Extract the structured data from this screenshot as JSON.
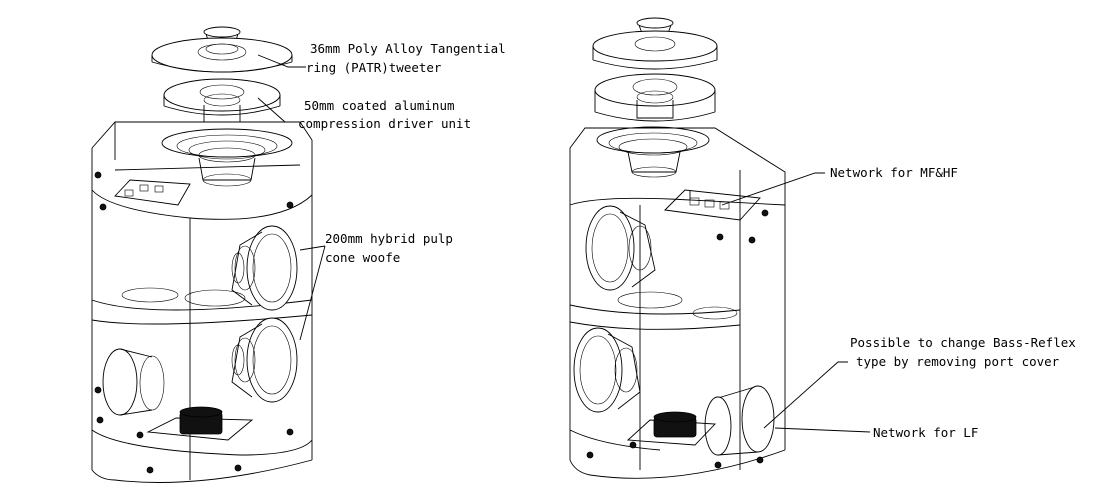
{
  "labels": {
    "tweeter_line1": "36mm Poly Alloy Tangential",
    "tweeter_line2": "ring (PATR)tweeter",
    "compression_line1": "50mm coated aluminum",
    "compression_line2": "compression driver unit",
    "woofer_line1": "200mm hybrid pulp",
    "woofer_line2": "cone woofe",
    "network_mfhf": "Network for MF&HF",
    "bass_reflex_line1": "Possible to change Bass-Reflex",
    "bass_reflex_line2": "type by removing port cover",
    "network_lf": "Network for LF"
  }
}
